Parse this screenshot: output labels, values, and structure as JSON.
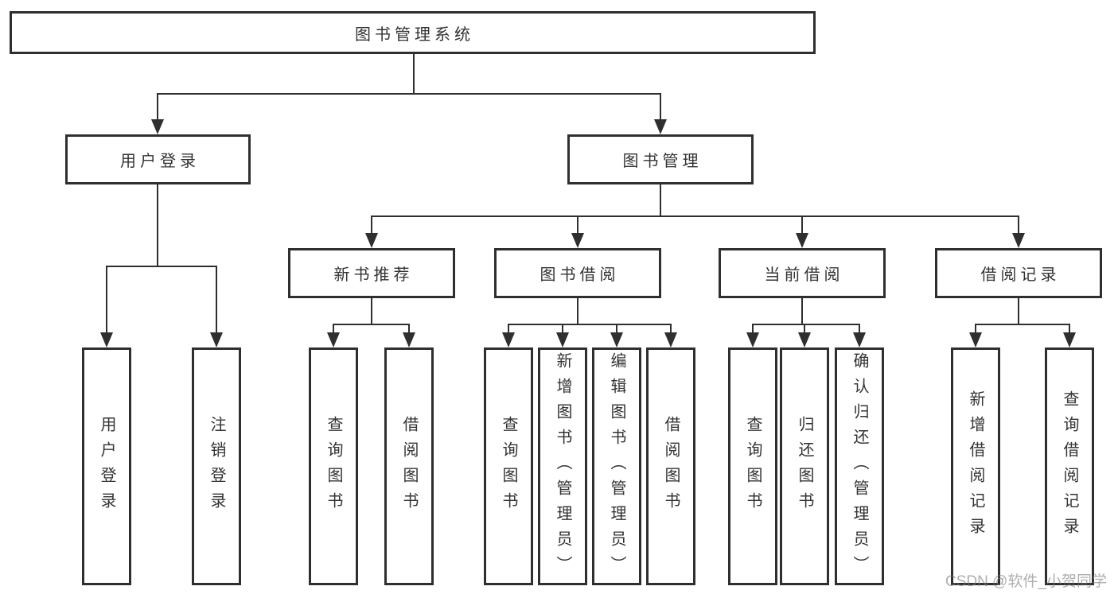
{
  "diagram": {
    "type": "tree",
    "root": {
      "label": "图书管理系统"
    },
    "branches": [
      {
        "label": "用户登录",
        "children": [
          {
            "label": "用户登录"
          },
          {
            "label": "注销登录"
          }
        ]
      },
      {
        "label": "图书管理",
        "sections": [
          {
            "label": "新书推荐",
            "children": [
              {
                "label": "查询图书"
              },
              {
                "label": "借阅图书"
              }
            ]
          },
          {
            "label": "图书借阅",
            "children": [
              {
                "label": "查询图书"
              },
              {
                "label": "新增图书（管理员）"
              },
              {
                "label": "编辑图书（管理员）"
              },
              {
                "label": "借阅图书"
              }
            ]
          },
          {
            "label": "当前借阅",
            "children": [
              {
                "label": "查询图书"
              },
              {
                "label": "归还图书"
              },
              {
                "label": "确认归还（管理员）"
              }
            ]
          },
          {
            "label": "借阅记录",
            "children": [
              {
                "label": "新增借阅记录"
              },
              {
                "label": "查询借阅记录"
              }
            ]
          }
        ]
      }
    ]
  },
  "watermark": {
    "text": "CSDN @软件_小贺同学"
  },
  "colors": {
    "line": "#2f2f2f",
    "box_border": "#2f2f2f",
    "text": "#333333",
    "watermark": "#7d7d7d",
    "background": "#ffffff"
  }
}
